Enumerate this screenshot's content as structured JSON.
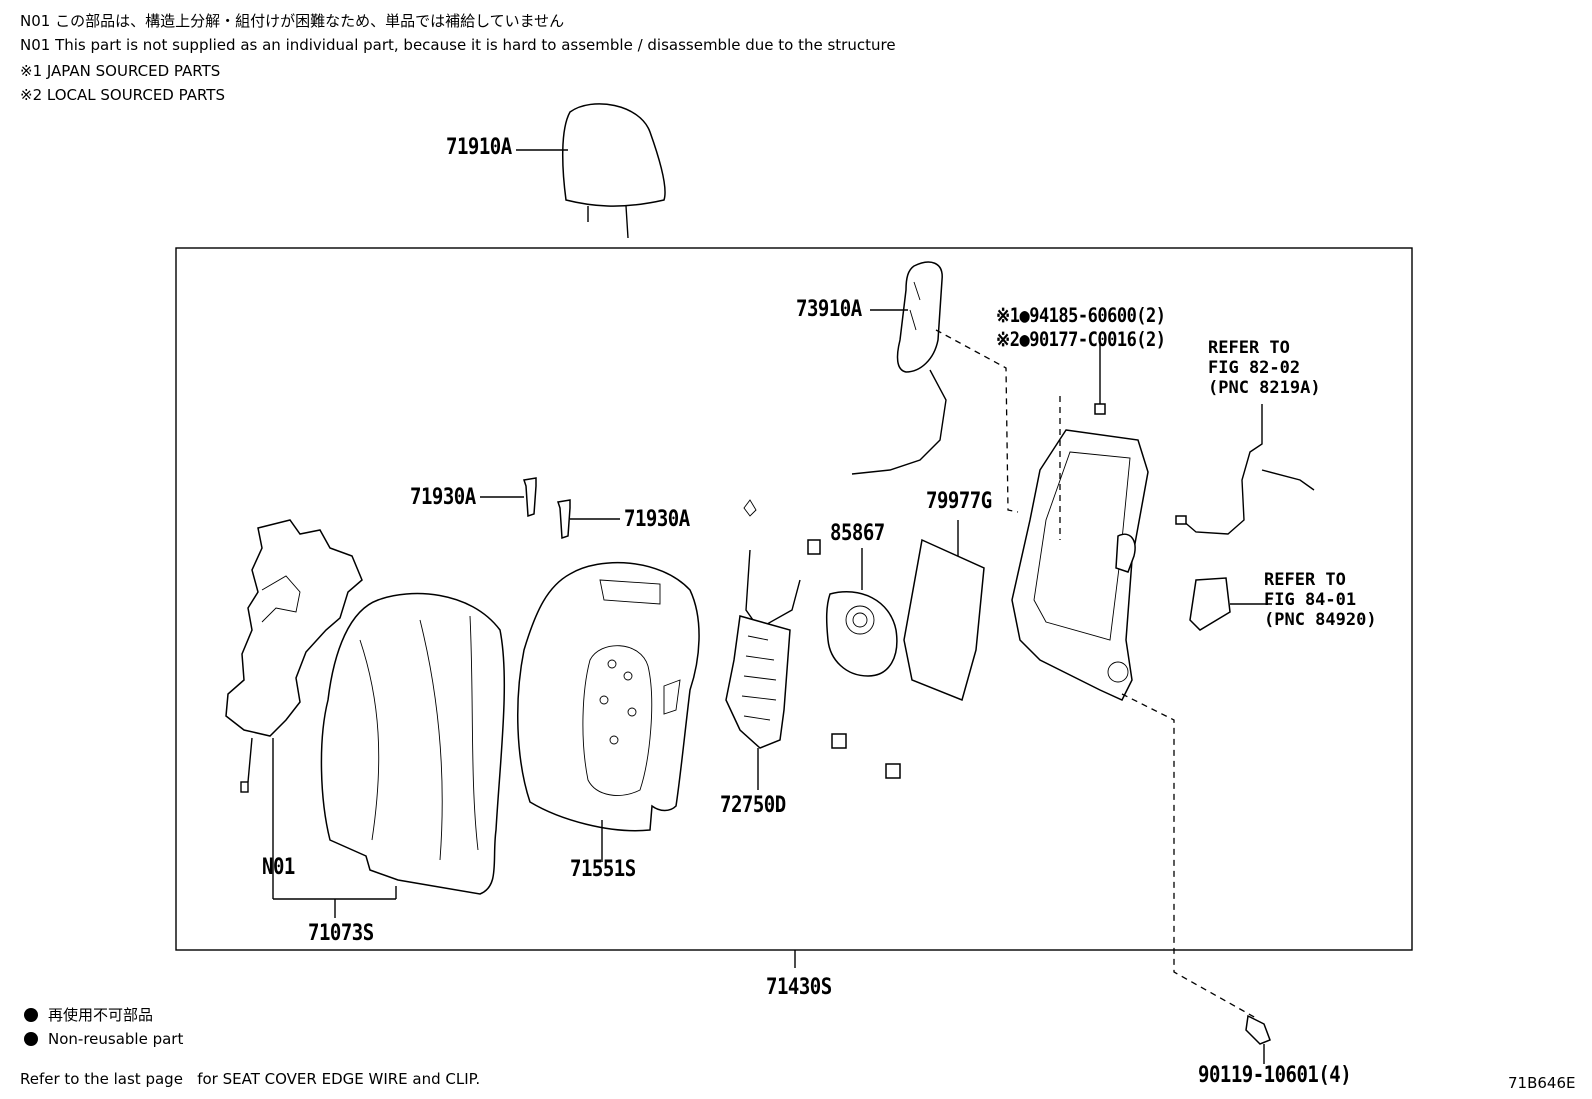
{
  "header": {
    "note_ja": "N01 この部品は、構造上分解・組付けが困難なため、単品では補給していません",
    "note_en": "N01 This part is not supplied as an individual part, because it is hard to assemble / disassemble due to the structure",
    "japan_sourced": "※1  JAPAN SOURCED PARTS",
    "local_sourced": "※2  LOCAL SOURCED PARTS"
  },
  "callouts": {
    "headrest": "71910A",
    "side_airbag": "73910A",
    "bolt_japan": "※1●94185-60600(2)",
    "bolt_local": "※2●90177-C0016(2)",
    "pin_left": "71930A",
    "pin_right": "71930A",
    "module": "85867",
    "board": "79977G",
    "heater": "N01",
    "cover": "71073S",
    "pad": "71551S",
    "lumbar": "72750D",
    "assembly": "71430S",
    "screw": "90119-10601(4)"
  },
  "references": {
    "wire": [
      "REFER TO",
      "FIG 82-02",
      "(PNC 8219A)"
    ],
    "switch": [
      "REFER TO",
      "FIG 84-01",
      "(PNC 84920)"
    ]
  },
  "legend": {
    "ja": "再使用不可部品",
    "en": "Non-reusable part"
  },
  "footer": {
    "note": "Refer to the last page   for SEAT COVER EDGE WIRE and CLIP.",
    "code": "71B646E"
  }
}
